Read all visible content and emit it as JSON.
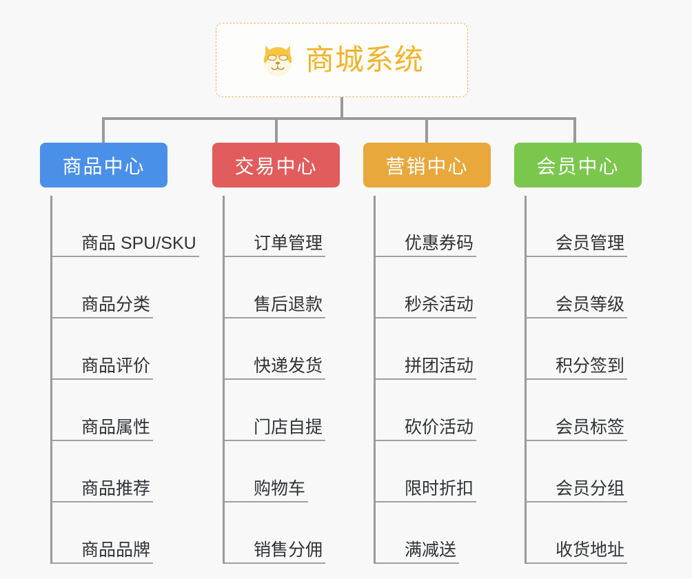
{
  "background_color": "#f8f8f8",
  "root": {
    "title": "商城系统",
    "icon": "shiba-dog-face-icon",
    "text_color": "#f0b429",
    "border_color": "#eab85c"
  },
  "connector_color": "#9a9a9a",
  "columns": [
    {
      "id": "product-center",
      "header": "商品中心",
      "color": "#4a90e8",
      "items": [
        "商品 SPU/SKU",
        "商品分类",
        "商品评价",
        "商品属性",
        "商品推荐",
        "商品品牌"
      ]
    },
    {
      "id": "trade-center",
      "header": "交易中心",
      "color": "#e15c5c",
      "items": [
        "订单管理",
        "售后退款",
        "快递发货",
        "门店自提",
        "购物车",
        "销售分佣"
      ]
    },
    {
      "id": "marketing-center",
      "header": "营销中心",
      "color": "#e8a83c",
      "items": [
        "优惠券码",
        "秒杀活动",
        "拼团活动",
        "砍价活动",
        "限时折扣",
        "满减送"
      ]
    },
    {
      "id": "member-center",
      "header": "会员中心",
      "color": "#7bc74d",
      "items": [
        "会员管理",
        "会员等级",
        "积分签到",
        "会员标签",
        "会员分组",
        "收货地址"
      ]
    }
  ]
}
